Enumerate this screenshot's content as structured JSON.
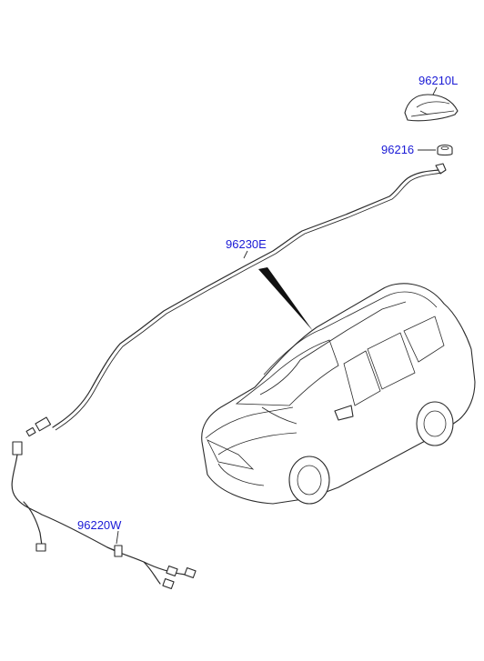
{
  "parts": [
    {
      "id": "96210L",
      "label": "96210L",
      "icon": "shark-fin-antenna-icon"
    },
    {
      "id": "96216",
      "label": "96216",
      "icon": "antenna-nut-icon"
    },
    {
      "id": "96230E",
      "label": "96230E",
      "icon": "roof-antenna-cable-icon"
    },
    {
      "id": "96220W",
      "label": "96220W",
      "icon": "antenna-feeder-harness-icon"
    }
  ],
  "colors": {
    "label_text": "#1a1ad6",
    "line_art": "#2b2b2b",
    "background": "#ffffff"
  }
}
